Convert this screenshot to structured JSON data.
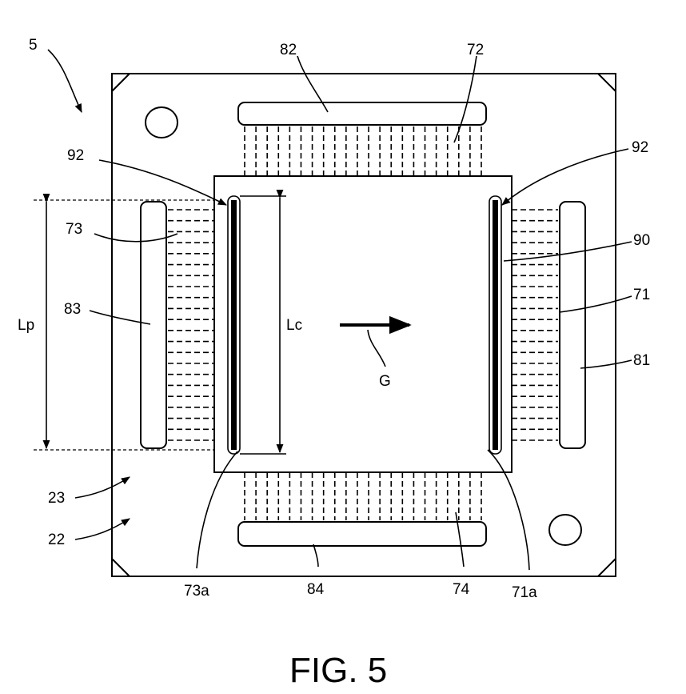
{
  "figure": {
    "caption": "FIG. 5",
    "labels": {
      "ref_5": "5",
      "ref_82": "82",
      "ref_72": "72",
      "ref_92_left": "92",
      "ref_92_right": "92",
      "ref_73": "73",
      "ref_90": "90",
      "ref_83": "83",
      "ref_71": "71",
      "ref_81": "81",
      "ref_Lp": "Lp",
      "ref_Lc": "Lc",
      "ref_G": "G",
      "ref_23": "23",
      "ref_22": "22",
      "ref_73a": "73a",
      "ref_84": "84",
      "ref_74": "74",
      "ref_71a": "71a"
    }
  },
  "colors": {
    "line": "#000000",
    "background": "#ffffff"
  }
}
